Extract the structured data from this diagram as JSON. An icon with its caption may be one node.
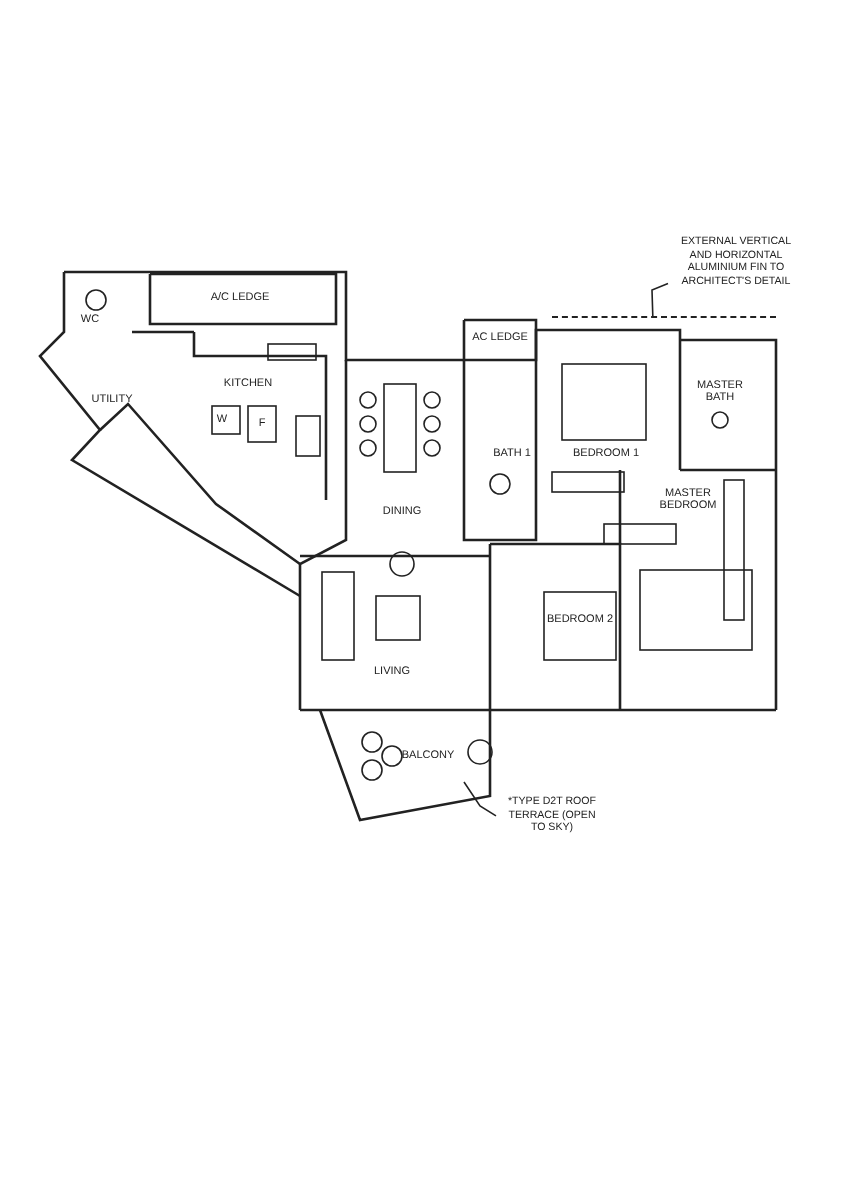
{
  "diagram": {
    "nodes": [
      {
        "text": [
          "EXTERNAL VERTICAL AND HORIZONTAL ALUMINIUM FIN TO ARCHITECT'S DETAIL"
        ]
      },
      {
        "text": [],
        "shape": "bar"
      },
      {
        "text": [
          "*TYPE D2T ROOF TERRACE (OPEN TO SKY)"
        ]
      }
    ],
    "edges": [
      {
        "from": 0,
        "to": 1,
        "arrow": "none"
      },
      {
        "from": 2,
        "to": null,
        "arrow": "none"
      }
    ],
    "labels": [
      "WC",
      "A/C LEDGE",
      "UTILITY",
      "KITCHEN",
      "W",
      "F",
      "AC LEDGE",
      "BEDROOM 1",
      "MASTER BATH",
      "BATH 1",
      "DINING",
      "MASTER BEDROOM",
      "BEDROOM 2",
      "LIVING",
      "BALCONY"
    ]
  }
}
